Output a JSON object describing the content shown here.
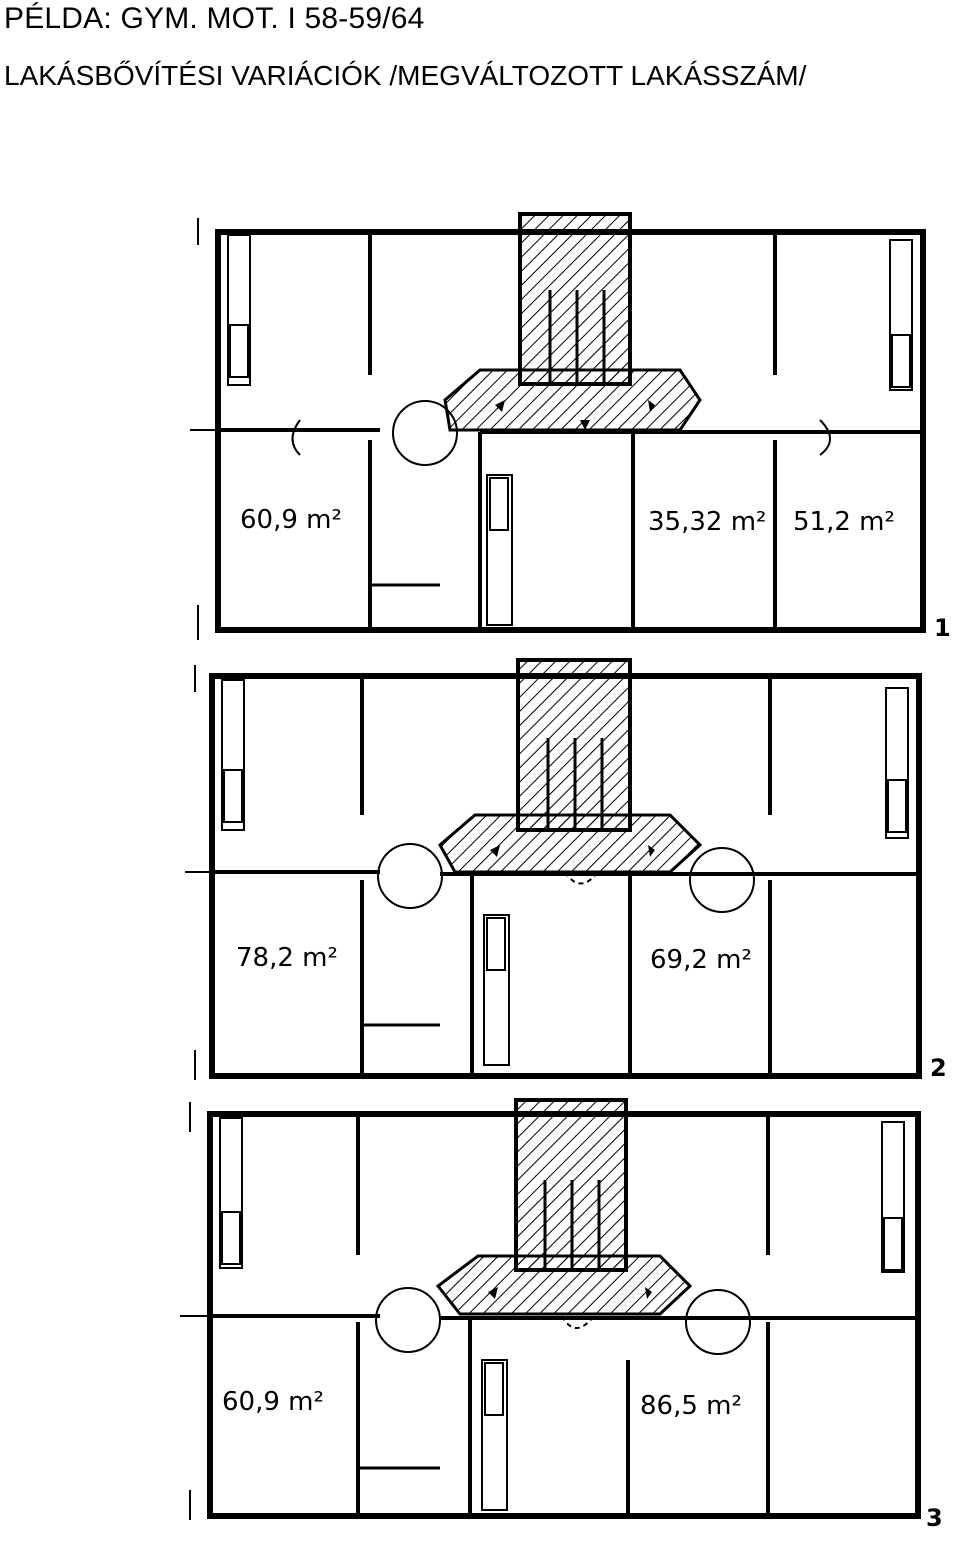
{
  "header": {
    "title": "PÉLDA: GYM. MOT. I 58-59/64",
    "subtitle": "LAKÁSBŐVÍTÉSI VARIÁCIÓK /MEGVÁLTOZOTT LAKÁSSZÁM/"
  },
  "variants": [
    {
      "number": "1",
      "areas": [
        "60,9 m²",
        "35,32 m²",
        "51,2 m²"
      ]
    },
    {
      "number": "2",
      "areas": [
        "78,2 m²",
        "69,2 m²"
      ]
    },
    {
      "number": "3",
      "areas": [
        "60,9 m²",
        "86,5 m²"
      ]
    }
  ],
  "colors": {
    "line": "#000000",
    "background": "#ffffff"
  }
}
